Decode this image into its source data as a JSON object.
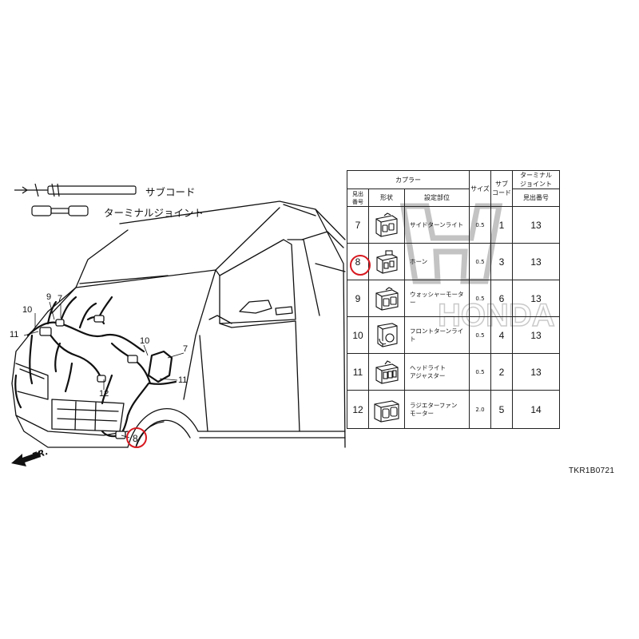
{
  "legend": {
    "sub_cord": "サブコード",
    "terminal_joint": "ターミナルジョイント"
  },
  "table": {
    "headers": {
      "coupler": "カプラー",
      "index_no": "見出\n番号",
      "shape": "形状",
      "install_location": "設定部位",
      "size": "サイズ",
      "sub_cord": "サブ\nコード",
      "terminal_joint": "ターミナル\nジョイント",
      "index_no_2": "見出番号"
    },
    "rows": [
      {
        "no": "7",
        "location": "サイドターンライト",
        "size": "0.5",
        "sub": "1",
        "term": "13",
        "icon": "connector-2pin-icon"
      },
      {
        "no": "8",
        "location": "ホーン",
        "size": "0.5",
        "sub": "3",
        "term": "13",
        "icon": "connector-2pin-square-icon"
      },
      {
        "no": "9",
        "location": "ウォッシャーモーター",
        "size": "0.5",
        "sub": "6",
        "term": "13",
        "icon": "connector-2pin-wide-icon"
      },
      {
        "no": "10",
        "location": "フロントターンライト",
        "size": "0.5",
        "sub": "4",
        "term": "13",
        "icon": "connector-2pin-tall-icon"
      },
      {
        "no": "11",
        "location": "ヘッドライト\nアジャスター",
        "size": "0.5",
        "sub": "2",
        "term": "13",
        "icon": "connector-3pin-icon"
      },
      {
        "no": "12",
        "location": "ラジエターファン\nモーター",
        "size": "2.0",
        "sub": "5",
        "term": "14",
        "icon": "connector-2pin-large-icon"
      }
    ]
  },
  "callouts": {
    "c10": "10",
    "c9": "9",
    "c7a": "7",
    "c11a": "11",
    "c10b": "10",
    "c7b": "7",
    "c11b": "11",
    "c12": "12",
    "c8": "8"
  },
  "direction_label": "FR.",
  "diagram_code": "TKR1B0721",
  "highlight_color": "#d71920",
  "watermark": "HONDA"
}
